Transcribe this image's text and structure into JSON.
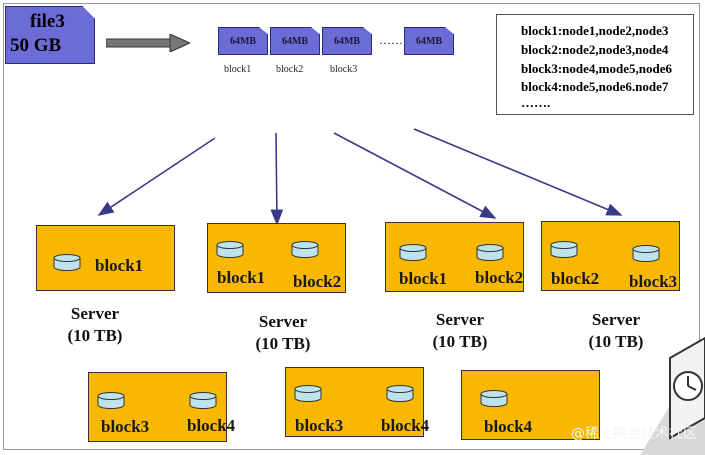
{
  "file": {
    "name": "file3",
    "size": "50 GB"
  },
  "chunks": [
    {
      "size": "64MB",
      "label": "block1"
    },
    {
      "size": "64MB",
      "label": "block2"
    },
    {
      "size": "64MB",
      "label": "block3"
    },
    {
      "size": "64MB",
      "label": ""
    }
  ],
  "chunk_ellipsis": "……",
  "mapping": [
    "block1:node1,node2,node3",
    "block2:node2,node3,node4",
    "block3:node4,mode5,node6",
    "block4:node5,node6.node7",
    "……."
  ],
  "servers": {
    "s1": {
      "blocks": [
        "block1"
      ],
      "caption": [
        "Server",
        "(10 TB)"
      ]
    },
    "s2": {
      "blocks": [
        "block1",
        "block2"
      ],
      "caption": [
        "Server",
        "(10 TB)"
      ]
    },
    "s3": {
      "blocks": [
        "block1",
        "block2"
      ],
      "caption": [
        "Server",
        "(10 TB)"
      ]
    },
    "s4": {
      "blocks": [
        "block2",
        "block3"
      ],
      "caption": [
        "Server",
        "(10 TB)"
      ]
    },
    "s5": {
      "blocks": [
        "block3",
        "block4"
      ]
    },
    "s6": {
      "blocks": [
        "block3",
        "block4"
      ]
    },
    "s7": {
      "blocks": [
        "block4"
      ]
    }
  },
  "watermark": "@稀土掘金技术社区",
  "colors": {
    "chunk": "#6c6cd6",
    "server": "#f9b800",
    "arrow": "#3a3a8a",
    "disk": "#bfe3ec"
  }
}
